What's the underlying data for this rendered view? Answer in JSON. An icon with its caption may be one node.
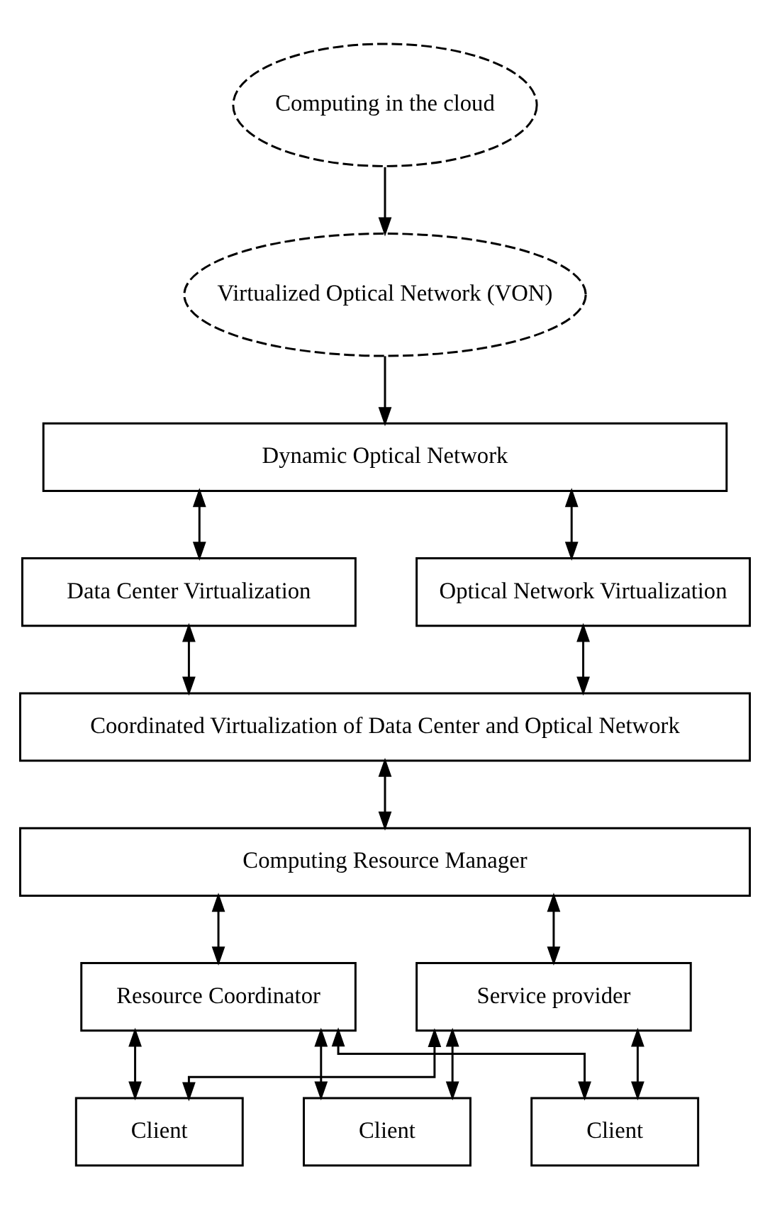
{
  "diagram": {
    "nodes": [
      {
        "text": [
          "Computing in the cloud"
        ]
      },
      {
        "text": [
          "Virtualized Optical Network (VON)"
        ]
      },
      {
        "text": [
          "Dynamic Optical Network"
        ]
      },
      {
        "text": [
          "Data Center Virtualization"
        ]
      },
      {
        "text": [
          "Optical Network Virtualization"
        ]
      },
      {
        "text": [
          "Coordinated Virtualization of Data Center and Optical Network"
        ]
      },
      {
        "text": [
          "Computing Resource Manager"
        ]
      },
      {
        "text": [
          "Resource Coordinator"
        ]
      },
      {
        "text": [
          "Service provider"
        ]
      },
      {
        "text": [
          "Client"
        ]
      },
      {
        "text": [
          "Client"
        ]
      },
      {
        "text": [
          "Client"
        ]
      }
    ],
    "edges": [
      {
        "from": 0,
        "to": 1,
        "arrow": "to"
      },
      {
        "from": 1,
        "to": 2,
        "arrow": "to"
      },
      {
        "from": 2,
        "to": 3,
        "arrow": "both"
      },
      {
        "from": 2,
        "to": 4,
        "arrow": "both"
      },
      {
        "from": 3,
        "to": 5,
        "arrow": "both"
      },
      {
        "from": 4,
        "to": 5,
        "arrow": "both"
      },
      {
        "from": 5,
        "to": 6,
        "arrow": "both"
      },
      {
        "from": 6,
        "to": 7,
        "arrow": "both"
      },
      {
        "from": 6,
        "to": 8,
        "arrow": "both"
      },
      {
        "from": 7,
        "to": 9,
        "arrow": "both"
      },
      {
        "from": 7,
        "to": 10,
        "arrow": "both"
      },
      {
        "from": 7,
        "to": 11,
        "arrow": "both"
      },
      {
        "from": 8,
        "to": 9,
        "arrow": "both"
      },
      {
        "from": 8,
        "to": 10,
        "arrow": "both"
      },
      {
        "from": 8,
        "to": 11,
        "arrow": "both"
      }
    ]
  }
}
